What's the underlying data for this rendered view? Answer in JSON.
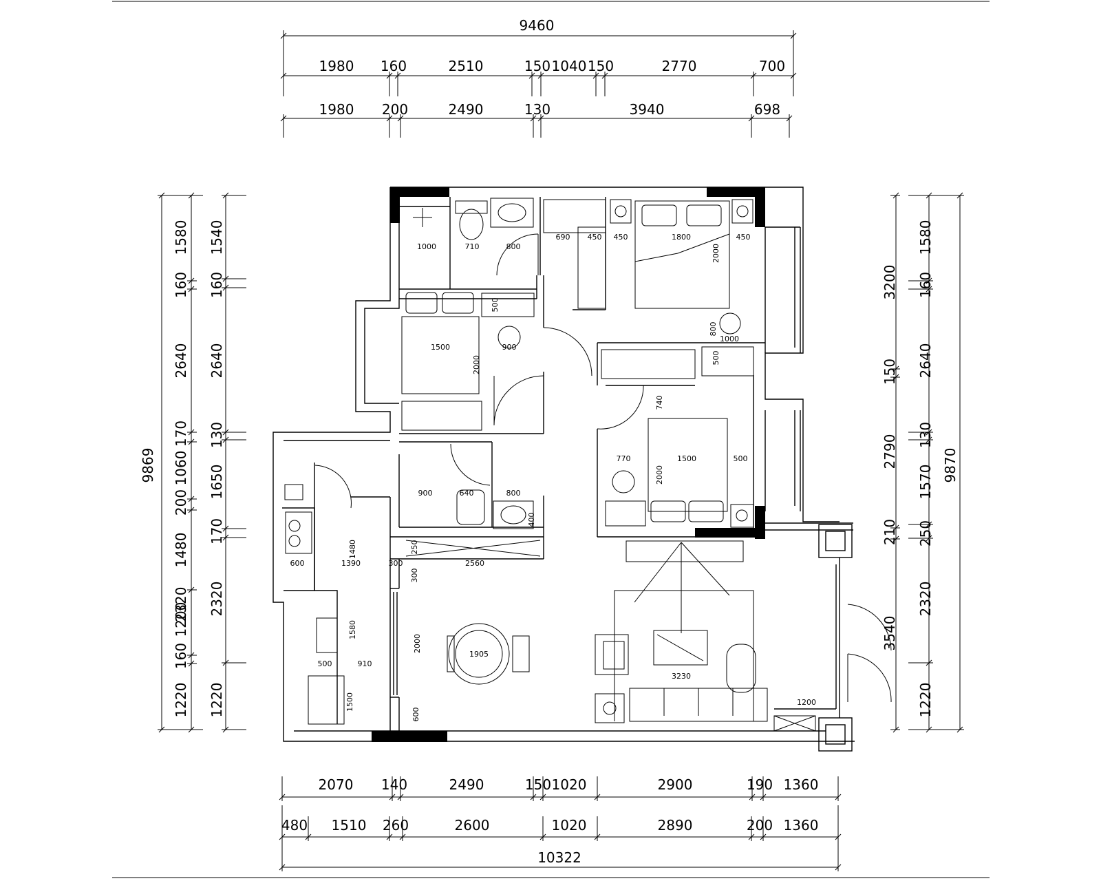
{
  "dimensions": {
    "top": {
      "total": "9460",
      "row1": [
        "1980",
        "160",
        "2510",
        "150",
        "1040",
        "150",
        "2770",
        "700"
      ],
      "row2": [
        "1980",
        "200",
        "2490",
        "130",
        "3940",
        "698"
      ]
    },
    "bottom": {
      "row1": [
        "2070",
        "140",
        "2490",
        "150",
        "1020",
        "2900",
        "190",
        "1360"
      ],
      "row2": [
        "480",
        "1510",
        "260",
        "2600",
        "1020",
        "2890",
        "200",
        "1360"
      ],
      "total": "10322"
    },
    "left": {
      "total": "9869",
      "outer": [
        "1580",
        "160",
        "2640",
        "170",
        "1060",
        "200",
        "1480",
        "2320",
        "1200",
        "160",
        "1220"
      ],
      "inner": [
        "1540",
        "160",
        "2640",
        "130",
        "1650",
        "170",
        "2320",
        "1220"
      ]
    },
    "right": {
      "total": "9870",
      "inner": [
        "3200",
        "150",
        "2790",
        "210",
        "3540"
      ],
      "outer": [
        "1580",
        "160",
        "2640",
        "130",
        "1570",
        "250",
        "2320",
        "1220"
      ]
    }
  },
  "room_labels": [
    "1000",
    "710",
    "800",
    "690",
    "450",
    "450",
    "1800",
    "450",
    "2000",
    "1500",
    "2000",
    "500",
    "900",
    "800",
    "500",
    "1000",
    "740",
    "770",
    "2000",
    "1500",
    "500",
    "900",
    "640",
    "800",
    "400",
    "1480",
    "600",
    "1390",
    "300",
    "2560",
    "2000",
    "1905",
    "1580",
    "500",
    "910",
    "1500",
    "600",
    "3230",
    "1200",
    "300",
    "250"
  ]
}
